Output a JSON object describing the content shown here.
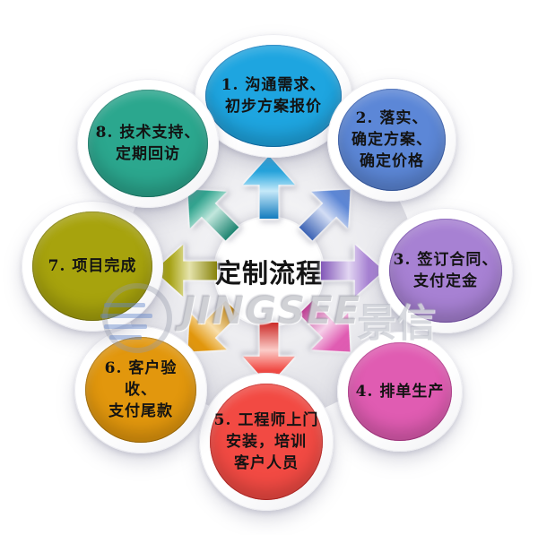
{
  "center": {
    "title": "定制流程",
    "arrow_icon": "radial-outward-arrows"
  },
  "watermark": {
    "brand_latin": "JINGSEE",
    "brand_cjk": "景信",
    "logo": "jingsee-logo"
  },
  "steps": [
    {
      "label": "1. 沟通需求、\n初步方案报价",
      "color": "#1ea5e0",
      "light": "#c6e9f9",
      "dark": "#137cbe"
    },
    {
      "label": "2. 落实、\n确定方案、\n确定价格",
      "color": "#5c87d7",
      "light": "#d3ddf4",
      "dark": "#3c63b4"
    },
    {
      "label": "3. 签订合同、\n支付定金",
      "color": "#a781d3",
      "light": "#e2d6f2",
      "dark": "#8257b8"
    },
    {
      "label": "4. 排单生产",
      "color": "#e05cb2",
      "light": "#f6cfe9",
      "dark": "#bc3d92"
    },
    {
      "label": "5. 工程师上门\n安装，培训\n客户人员",
      "color": "#f24a43",
      "light": "#fbccc8",
      "dark": "#cc2b28"
    },
    {
      "label": "6. 客户验收、\n支付尾款",
      "color": "#e2970d",
      "light": "#f8deab",
      "dark": "#b57806"
    },
    {
      "label": "7. 项目完成",
      "color": "#a7a30d",
      "light": "#e6e4ad",
      "dark": "#86820a"
    },
    {
      "label": "8. 技术支持、\n定期回访",
      "color": "#2ba78e",
      "light": "#c2e7dd",
      "dark": "#1d8471"
    }
  ]
}
